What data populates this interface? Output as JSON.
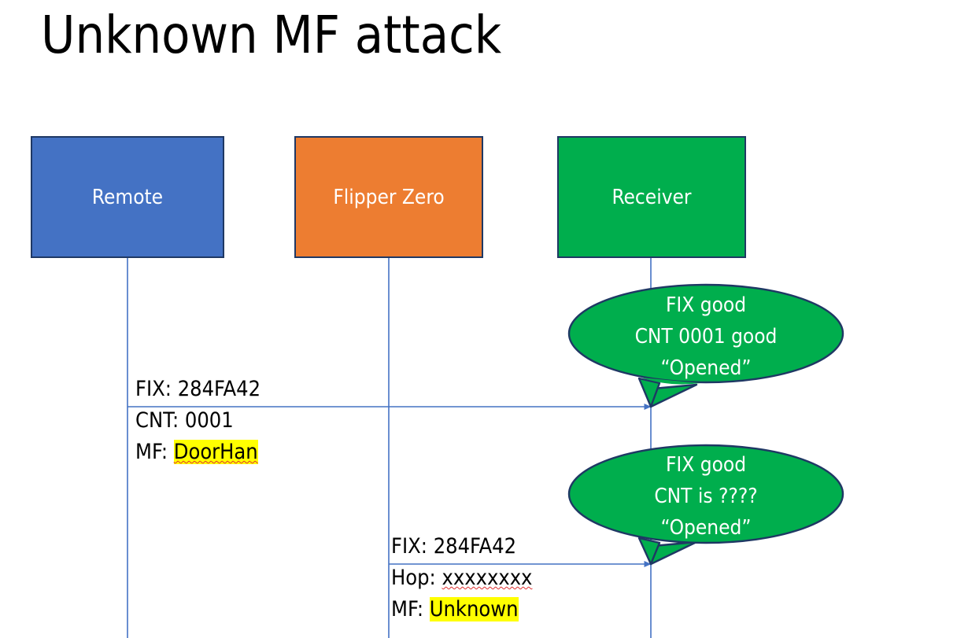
{
  "slide": {
    "title": "Unknown MF attack",
    "background": "#FFFFFF"
  },
  "colors": {
    "remote_fill": "#4472C4",
    "flipper_fill": "#ED7D31",
    "receiver_fill": "#00AE4D",
    "node_border": "#1F3864",
    "lifeline": "#4472C4",
    "arrow": "#4472C4",
    "bubble_fill": "#00AE4D",
    "bubble_border": "#1F3864",
    "highlight": "#FFFF00",
    "spellcheck_underline": "#E03030",
    "text_dark": "#000000",
    "text_light": "#FFFFFF"
  },
  "actors": [
    {
      "id": "remote",
      "label": "Remote",
      "fill": "#4472C4"
    },
    {
      "id": "flipper",
      "label": "Flipper Zero",
      "fill": "#ED7D31"
    },
    {
      "id": "receiver",
      "label": "Receiver",
      "fill": "#00AE4D"
    }
  ],
  "messages": [
    {
      "id": "msg-1",
      "from": "remote",
      "to": "receiver",
      "lines": [
        {
          "label": "FIX:",
          "value": "284FA42",
          "highlighted": false,
          "spellcheck": false
        },
        {
          "label": "CNT:",
          "value": "0001",
          "highlighted": false,
          "spellcheck": false
        },
        {
          "label": "MF:",
          "value": "DoorHan",
          "highlighted": true,
          "spellcheck": true
        }
      ]
    },
    {
      "id": "msg-2",
      "from": "flipper",
      "to": "receiver",
      "lines": [
        {
          "label": "FIX:",
          "value": "284FA42",
          "highlighted": false,
          "spellcheck": false
        },
        {
          "label": "Hop:",
          "value": "xxxxxxxx",
          "highlighted": false,
          "spellcheck": true
        },
        {
          "label": "MF:",
          "value": "Unknown",
          "highlighted": true,
          "spellcheck": false
        }
      ]
    }
  ],
  "callouts": [
    {
      "id": "callout-1",
      "lines": [
        "FIX good",
        "CNT 0001 good",
        "“Opened”"
      ]
    },
    {
      "id": "callout-2",
      "lines": [
        "FIX good",
        "CNT is ????",
        "“Opened”"
      ]
    }
  ]
}
